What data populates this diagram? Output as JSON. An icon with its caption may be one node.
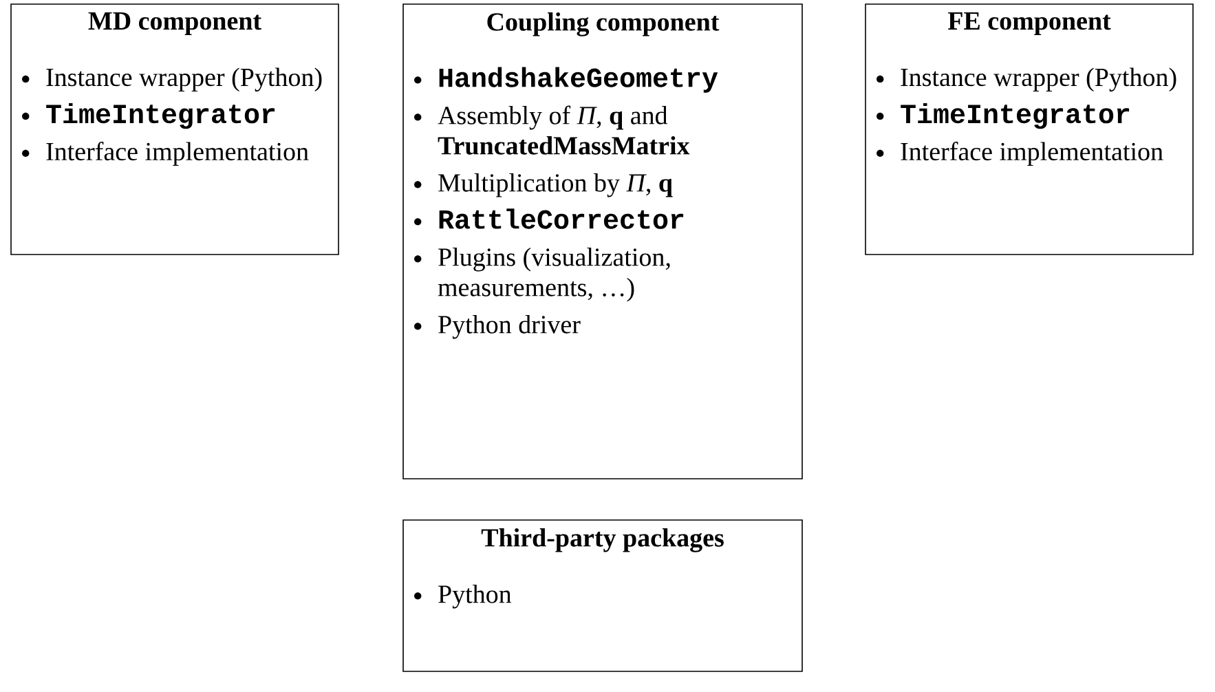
{
  "diagram": {
    "nodes": [
      {
        "text": [
          "MD component",
          "Instance wrapper (Python)",
          "TimeIntegrator",
          "Interface implementation"
        ]
      },
      {
        "text": [
          "Coupling component",
          "HandshakeGeometry",
          "Assembly of *Π*, **q** and **TruncatedMassMatrix**",
          "Multiplication by *Π*, **q**",
          "RattleCorrector",
          "Plugins (visualization, measurements, …)",
          "Python driver"
        ]
      },
      {
        "text": [
          "FE component",
          "Instance wrapper (Python)",
          "TimeIntegrator",
          "Interface implementation"
        ]
      },
      {
        "text": [
          "Third-party packages",
          "Python"
        ]
      }
    ]
  }
}
